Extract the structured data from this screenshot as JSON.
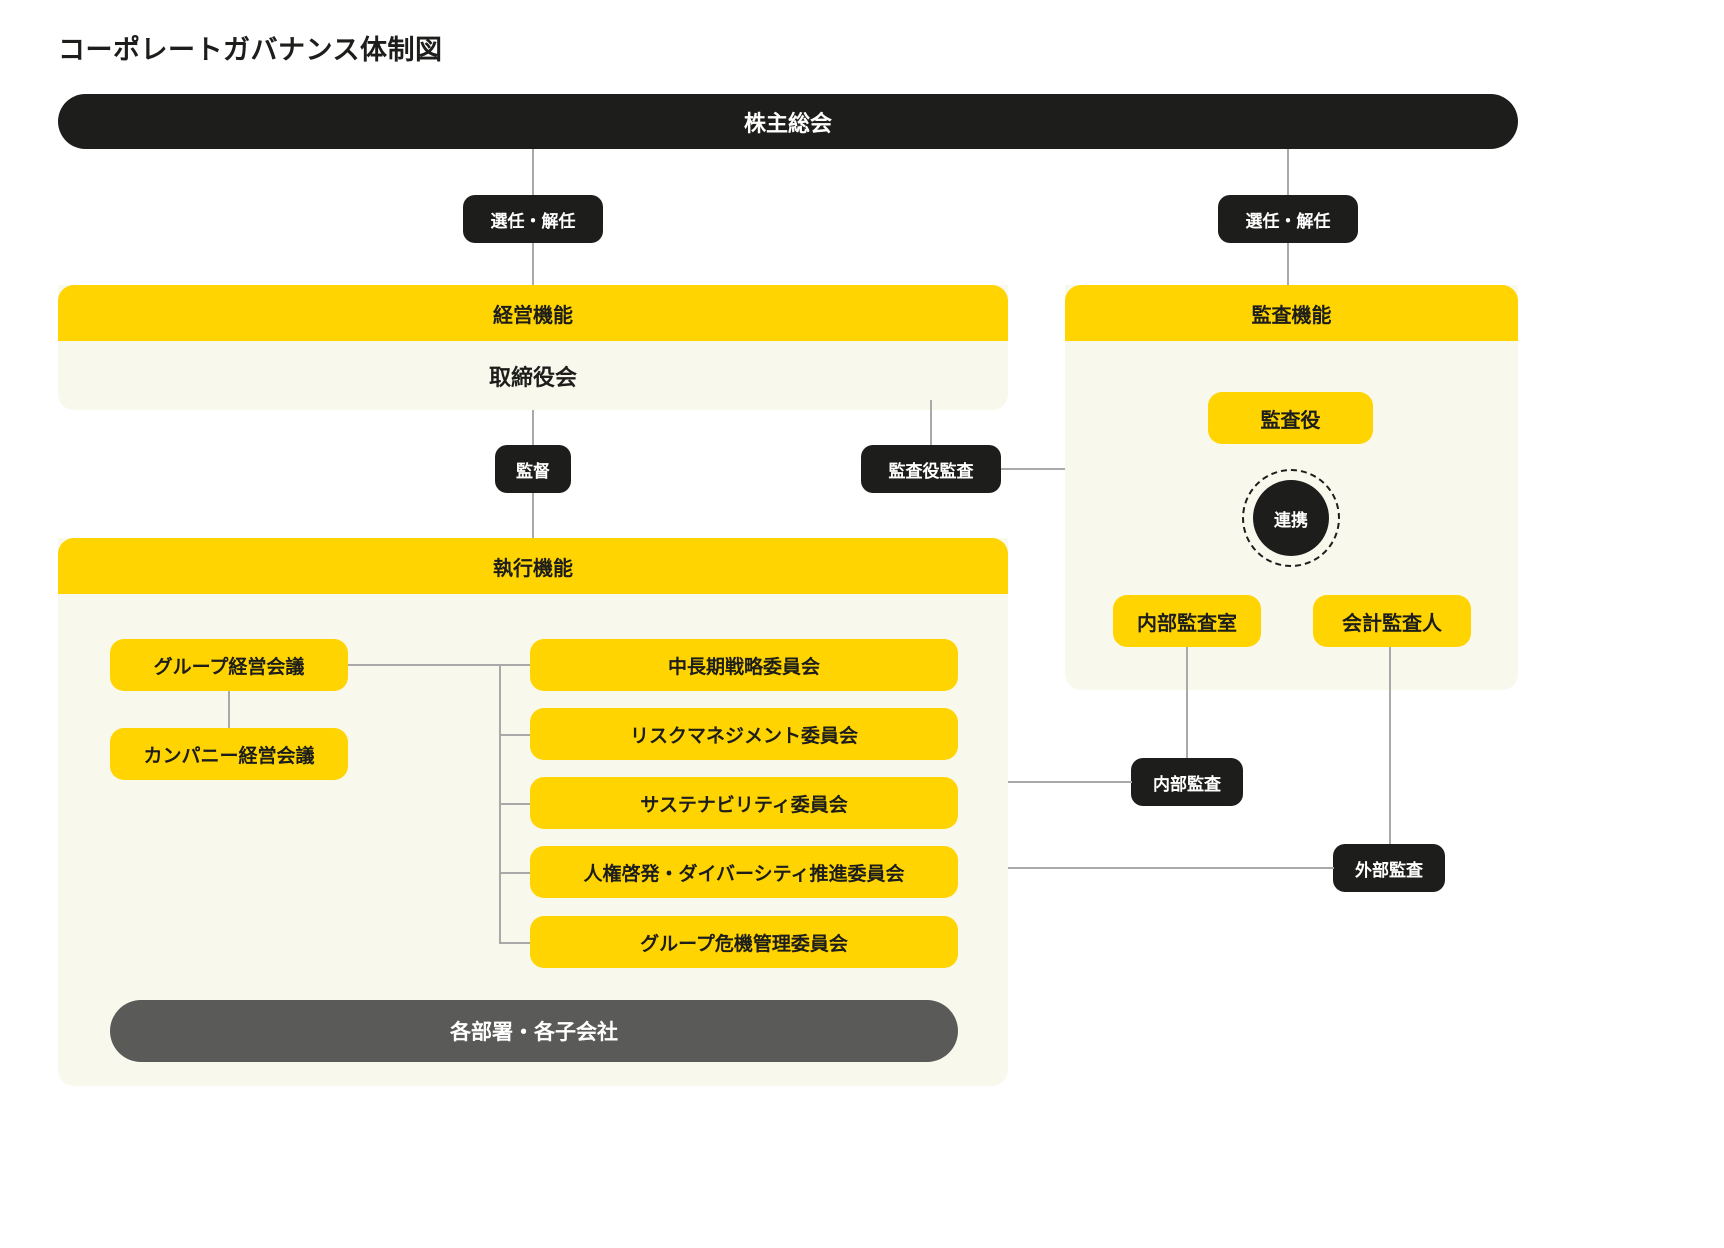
{
  "title": "コーポレートガバナンス体制図",
  "colors": {
    "accent_yellow": "#ffd400",
    "dark": "#1d1d1b",
    "cream_panel": "#f9f8ed",
    "gray_box": "#5a5a58",
    "line": "#a9a9a9",
    "background": "#ffffff"
  },
  "top": {
    "shareholders_meeting": "株主総会",
    "appoint_left": "選任・解任",
    "appoint_right": "選任・解任"
  },
  "management": {
    "header": "経営機能",
    "board": "取締役会",
    "supervise_label": "監督",
    "auditor_audit_label": "監査役監査"
  },
  "audit": {
    "header": "監査機能",
    "corporate_auditor": "監査役",
    "cooperation": "連携",
    "internal_audit_office": "内部監査室",
    "accounting_auditor": "会計監査人",
    "internal_audit_label": "内部監査",
    "external_audit_label": "外部監査"
  },
  "execution": {
    "header": "執行機能",
    "meetings": [
      "グループ経営会議",
      "カンパニー経営会議"
    ],
    "committees": [
      "中長期戦略委員会",
      "リスクマネジメント委員会",
      "サステナビリティ委員会",
      "人権啓発・ダイバーシティ推進委員会",
      "グループ危機管理委員会"
    ],
    "departments": "各部署・各子会社"
  }
}
